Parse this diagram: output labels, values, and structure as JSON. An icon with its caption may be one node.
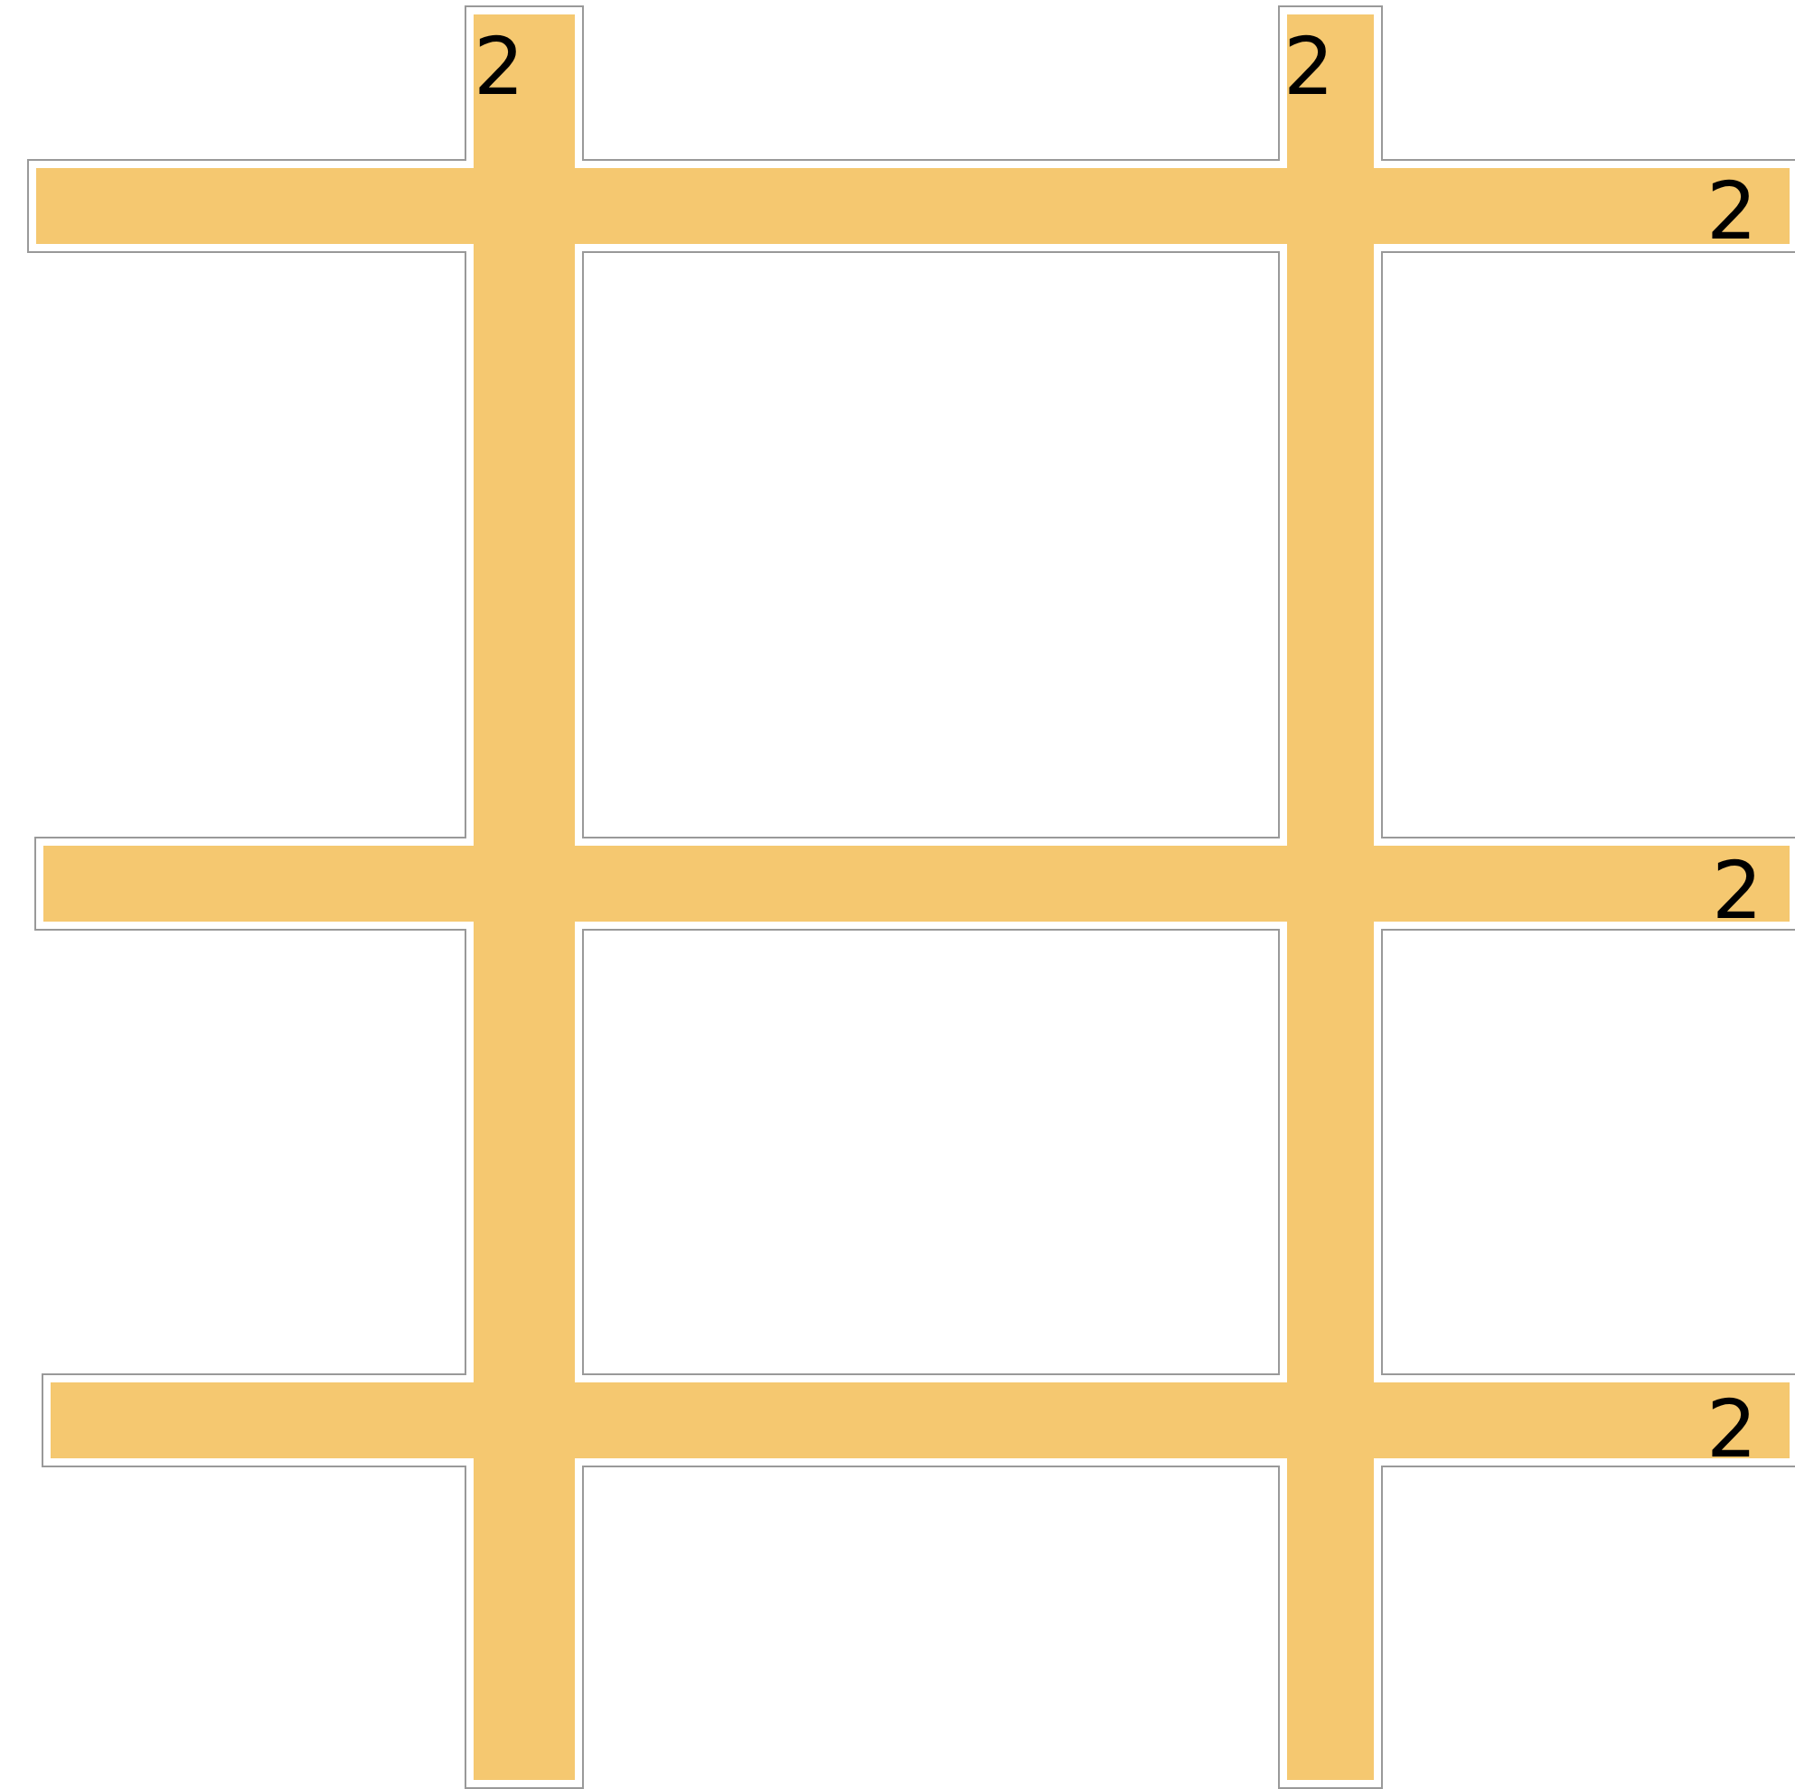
{
  "diagram": {
    "labels": [
      "2",
      "2",
      "2",
      "2",
      "2"
    ]
  }
}
